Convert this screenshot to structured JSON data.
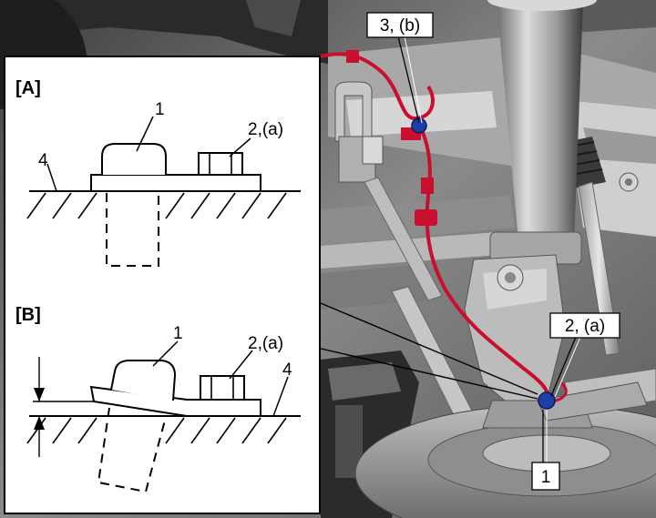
{
  "callouts": {
    "top_right": "3, (b)",
    "mid_right": "2, (a)",
    "bottom_right": "1"
  },
  "inset": {
    "panel_a": {
      "title": "[A]",
      "label_1": "1",
      "label_2a": "2,(a)",
      "label_4": "4"
    },
    "panel_b": {
      "title": "[B]",
      "label_1": "1",
      "label_2a": "2,(a)",
      "label_4": "4"
    }
  },
  "colors": {
    "wire": "#c8102e",
    "clip": "#1f3fa8",
    "line": "#000000"
  }
}
